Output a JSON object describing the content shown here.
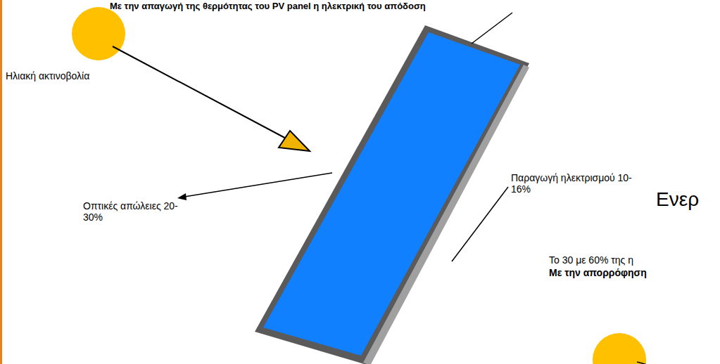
{
  "diagram": {
    "labels": [
      "Με την απαγωγή της θερμότητας του PV panel η ηλεκτρική του απόδοση",
      "Ηλιακή ακτινοβολία",
      "Οπτικές απώλειες 20-30%",
      "Παραγωγή ηλεκτρισμού 10-16%",
      "Ενερ",
      "Το 30 με 60% της η",
      "Με την απορρόφηση"
    ]
  }
}
